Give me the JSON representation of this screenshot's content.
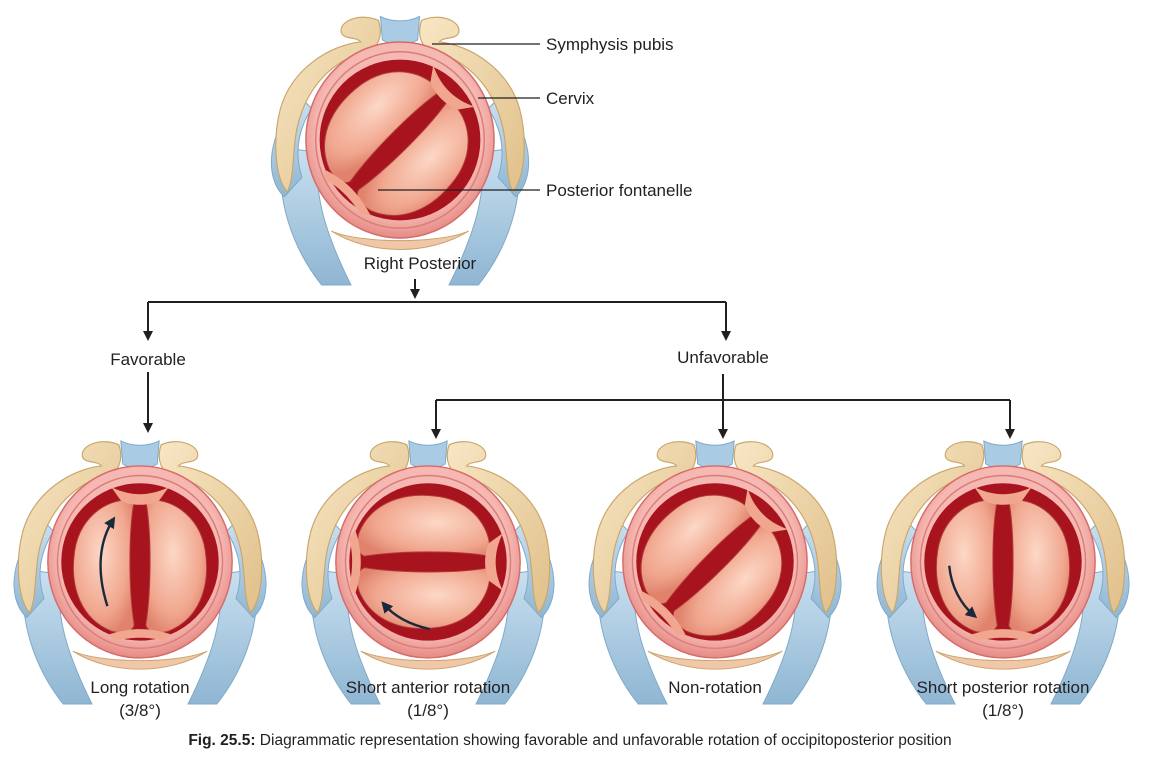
{
  "labels": {
    "symphysis": "Symphysis pubis",
    "cervix": "Cervix",
    "fontanelle": "Posterior fontanelle",
    "root": "Right Posterior",
    "favorable": "Favorable",
    "unfavorable": "Unfavorable"
  },
  "outcomes": [
    {
      "name": "Long rotation",
      "degree": "(3/8°)",
      "orientation": "vertical",
      "arrow": "long-up"
    },
    {
      "name": "Short anterior rotation",
      "degree": "(1/8°)",
      "orientation": "horizontal",
      "arrow": "short-left"
    },
    {
      "name": "Non-rotation",
      "degree": "",
      "orientation": "oblique",
      "arrow": "none"
    },
    {
      "name": "Short posterior rotation",
      "degree": "(1/8°)",
      "orientation": "vertical",
      "arrow": "short-down"
    }
  ],
  "caption": {
    "number": "Fig. 25.5:",
    "text": " Diagrammatic representation showing favorable and unfavorable rotation of occipitoposterior position"
  },
  "colors": {
    "bone": "#f0d9ad",
    "bone_edge": "#c9a66b",
    "ligament": "#b6d2e6",
    "ligament_dark": "#7fa9c8",
    "ring": "#f2a3a0",
    "ring_edge": "#d56b6b",
    "head": "#f1a78f",
    "head_light": "#fbd0bd",
    "fontanelle": "#a8141e",
    "arrow": "#1b2a3a"
  }
}
